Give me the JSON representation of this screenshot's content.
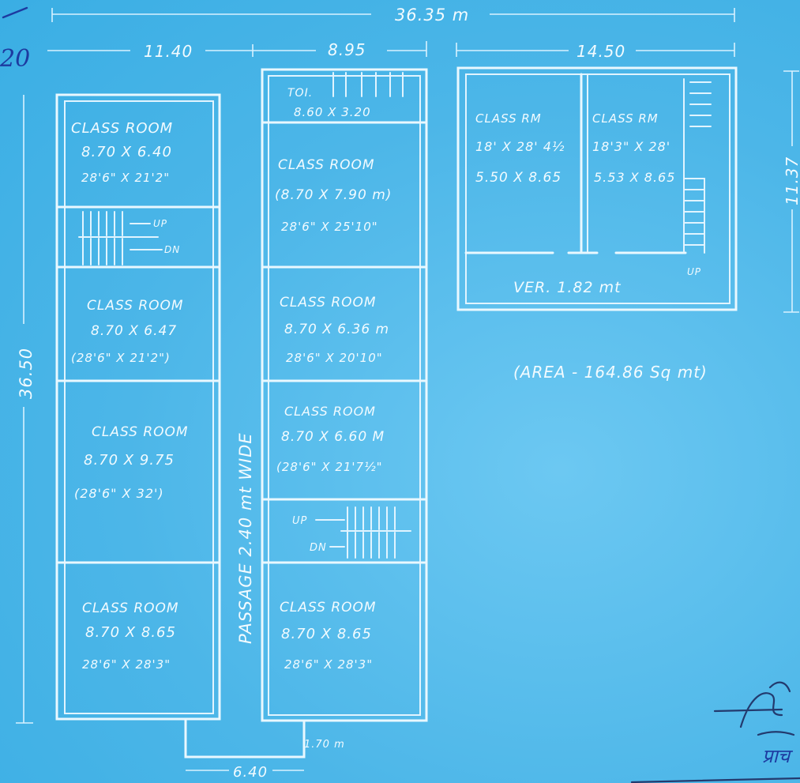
{
  "dimensions": {
    "overall_width": "36.35 m",
    "left_wing_width": "11.40",
    "middle_wing_width": "8.95",
    "right_block_width": "14.50",
    "overall_depth": "36.50",
    "right_block_depth": "11.37",
    "bottom_width": "6.40",
    "bottom_depth": "1.70 m"
  },
  "handwritten_note": "20",
  "passage_label": "PASSAGE 2.40 mt WIDE",
  "rooms": {
    "left_1": [
      "CLASS ROOM",
      "8.70 X 6.40",
      "28'6\" X 21'2\""
    ],
    "left_2": [
      "CLASS ROOM",
      "8.70 X 6.47",
      "(28'6\" X 21'2\")"
    ],
    "left_3": [
      "CLASS ROOM",
      "8.70 X 9.75",
      "(28'6\" X 32')"
    ],
    "left_4": [
      "CLASS ROOM",
      "8.70 X 8.65",
      "28'6\" X 28'3\""
    ],
    "toilet": [
      "TOI.",
      "8.60 X 3.20"
    ],
    "mid_1": [
      "CLASS ROOM",
      "(8.70 X 7.90 m)",
      "28'6\" X 25'10\""
    ],
    "mid_2": [
      "CLASS ROOM",
      "8.70 X 6.36 m",
      "28'6\" X 20'10\""
    ],
    "mid_3": [
      "CLASS ROOM",
      "8.70 X 6.60 M",
      "(28'6\" X 21'7½\""
    ],
    "mid_4": [
      "CLASS ROOM",
      "8.70 X 8.65",
      "28'6\" X 28'3\""
    ],
    "right_1": [
      "CLASS RM",
      "18' X 28' 4½",
      "5.50 X 8.65"
    ],
    "right_2": [
      "CLASS RM",
      "18'3\" X 28'",
      "5.53 X 8.65"
    ],
    "verandah": "VER. 1.82 mt"
  },
  "area_label": "(AREA - 164.86 Sq mt)",
  "stairs": {
    "up": "UP",
    "down": "DN"
  },
  "stamp_text": "प्राच"
}
